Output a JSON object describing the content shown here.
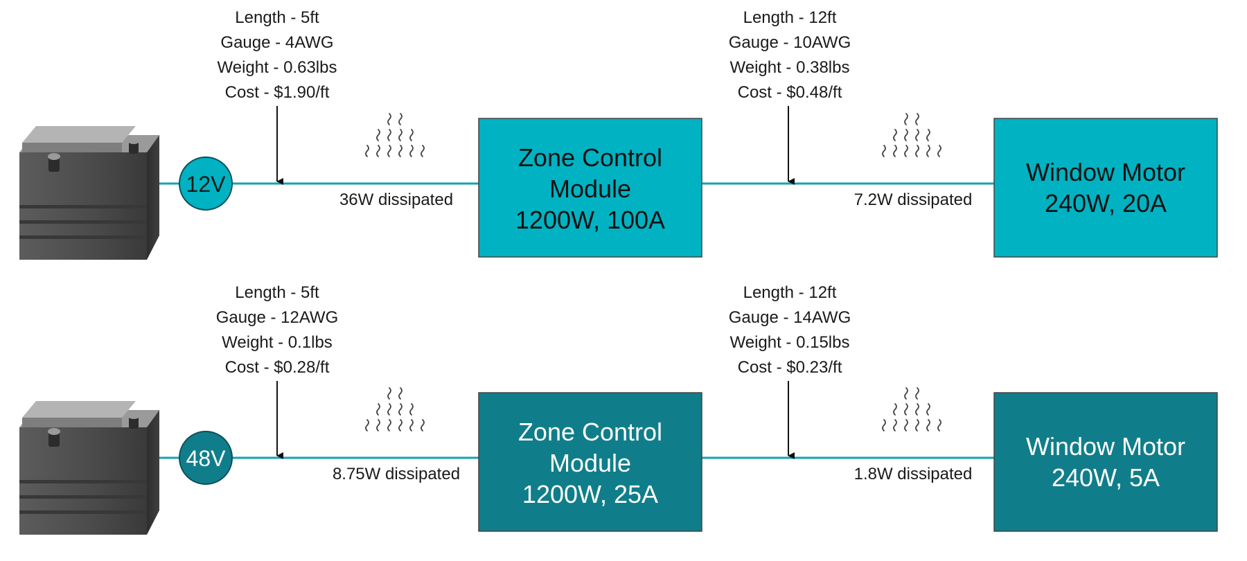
{
  "colors": {
    "row12_box": "#00b2c2",
    "row48_box": "#107e8a",
    "wire": "#11a3b2",
    "battery_body": "#4f4f4f",
    "text_dark": "#1a1a1a"
  },
  "rows": [
    {
      "voltage": "12V",
      "seg1": {
        "specs": [
          "Length - 5ft",
          "Gauge - 4AWG",
          "Weight - 0.63lbs",
          "Cost - $1.90/ft"
        ],
        "dissipated": "36W dissipated"
      },
      "zone_module": {
        "lines": [
          "Zone Control",
          "Module",
          "1200W, 100A"
        ]
      },
      "seg2": {
        "specs": [
          "Length - 12ft",
          "Gauge - 10AWG",
          "Weight - 0.38lbs",
          "Cost - $0.48/ft"
        ],
        "dissipated": "7.2W dissipated"
      },
      "motor": {
        "lines": [
          "Window Motor",
          "240W, 20A"
        ]
      }
    },
    {
      "voltage": "48V",
      "seg1": {
        "specs": [
          "Length - 5ft",
          "Gauge - 12AWG",
          "Weight - 0.1lbs",
          "Cost - $0.28/ft"
        ],
        "dissipated": "8.75W dissipated"
      },
      "zone_module": {
        "lines": [
          "Zone Control",
          "Module",
          "1200W, 25A"
        ]
      },
      "seg2": {
        "specs": [
          "Length - 12ft",
          "Gauge - 14AWG",
          "Weight - 0.15lbs",
          "Cost - $0.23/ft"
        ],
        "dissipated": "1.8W dissipated"
      },
      "motor": {
        "lines": [
          "Window Motor",
          "240W, 5A"
        ]
      }
    }
  ]
}
